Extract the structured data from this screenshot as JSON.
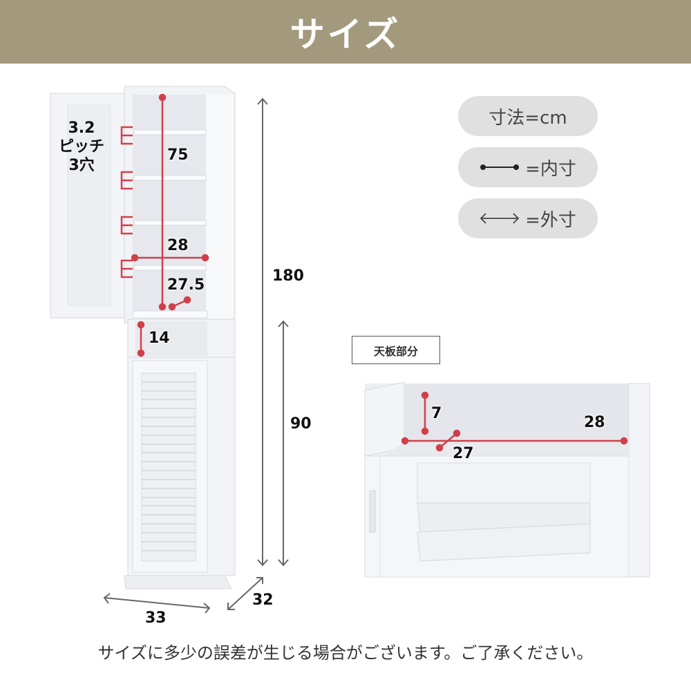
{
  "header": {
    "title": "サイズ"
  },
  "legend": {
    "unit_label": "寸法=cm",
    "inner_label": "=内寸",
    "outer_label": "=外寸",
    "inner_icon": "dot-line-icon",
    "outer_icon": "double-arrow-icon"
  },
  "cabinet": {
    "pitch_label": {
      "line1": "3.2",
      "line2": "ピッチ",
      "line3": "3穴"
    },
    "dimensions": {
      "inner_height_upper": "75",
      "inner_width": "28",
      "inner_depth": "27.5",
      "open_shelf_height": "14",
      "total_height": "180",
      "lower_height": "90",
      "width": "33",
      "depth": "32"
    }
  },
  "top_panel": {
    "tag": "天板部分",
    "dimensions": {
      "height": "7",
      "width": "28",
      "depth": "27"
    }
  },
  "footer": {
    "note": "サイズに多少の誤差が生じる場合がございます。ご了承ください。"
  },
  "colors": {
    "header_bg": "#a39a7e",
    "inner_dim": "#d0404a",
    "outer_dim": "#666666",
    "pill_bg": "#e0e0e0"
  }
}
